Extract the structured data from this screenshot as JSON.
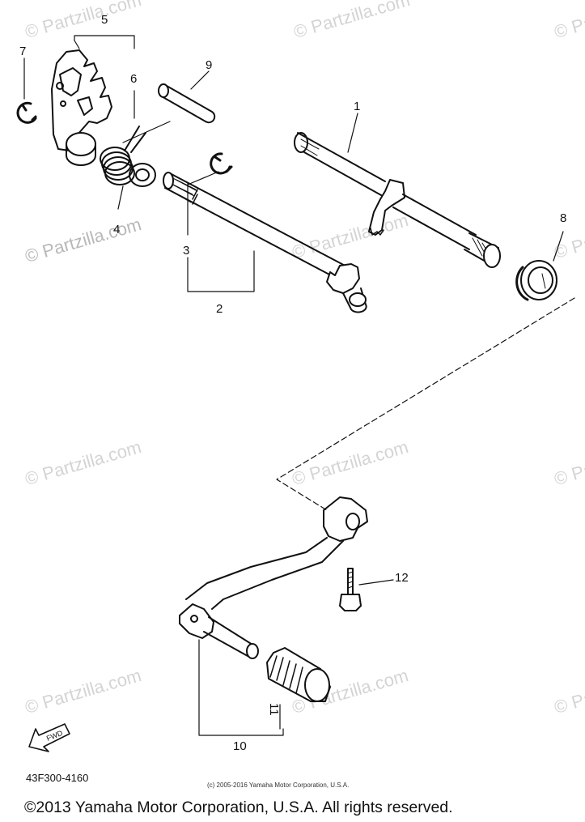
{
  "watermark_text": "© Partzilla.com",
  "callouts": {
    "c1": "1",
    "c2": "2",
    "c3": "3",
    "c4": "4",
    "c5": "5",
    "c6": "6",
    "c7": "7",
    "c8": "8",
    "c9": "9",
    "c10": "10",
    "c11": "11",
    "c12": "12"
  },
  "fwd_label": "FWD",
  "part_code": "43F300-4160",
  "small_copyright": "(c) 2005-2016 Yamaha Motor Corporation, U.S.A.",
  "copyright": "©2013 Yamaha Motor Corporation, U.S.A. All rights reserved."
}
